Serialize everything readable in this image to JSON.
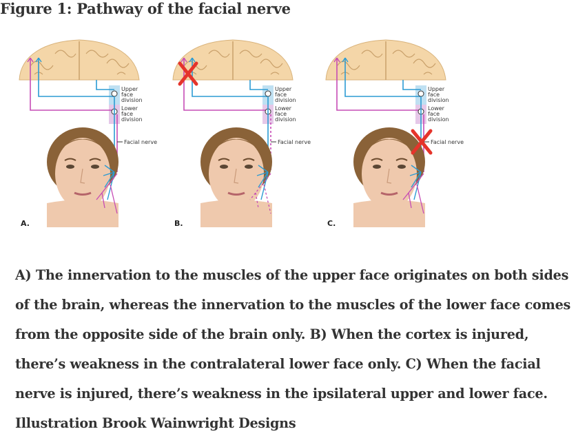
{
  "figure_title": "Figure 1: Pathway of the facial nerve",
  "labels": {
    "upper": [
      "Upper",
      "face",
      "division"
    ],
    "lower": [
      "Lower",
      "face",
      "division"
    ],
    "nerve": "Facial nerve"
  },
  "panels": [
    {
      "letter": "A.",
      "injury": "none"
    },
    {
      "letter": "B.",
      "injury": "cortex"
    },
    {
      "letter": "C.",
      "injury": "facial-nerve"
    }
  ],
  "colors": {
    "upper_path": "#2b9bd3",
    "lower_path": "#c64bb5",
    "x_mark": "#e5342b",
    "brain": "#f4d6a8",
    "skin": "#efc9ad",
    "hair": "#8a6238"
  },
  "caption": "A) The innervation to the muscles of the upper face originates on both sides of the brain, whereas the innervation to the muscles of the lower face comes from the opposite side of the brain only. B) When the cortex is injured, there’s weakness in the contralateral lower face only. C) When the facial nerve is injured, there’s weakness in the ipsilateral upper and lower face. Illustration Brook Wainwright Designs"
}
